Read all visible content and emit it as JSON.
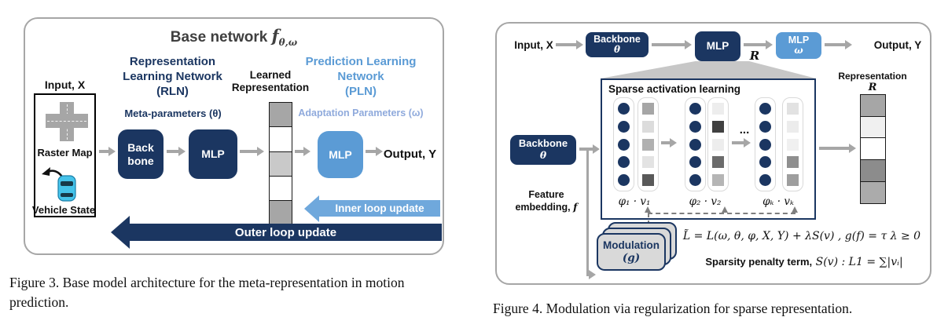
{
  "colors": {
    "navy": "#1b3661",
    "light_blue": "#5b9bd5",
    "inner_arrow_blue": "#6fa8dc",
    "arrow_gray": "#a6a6a6",
    "pln_text": "#5b9bd5",
    "adaptation_text": "#8faadc",
    "modulation_fill": "#d9d9d9",
    "trapezoid_gray": "#c7c7c7"
  },
  "fig3": {
    "panel_title": {
      "text": "Base network",
      "f": "f",
      "sub": "θ,ω"
    },
    "input": {
      "label": "Input, X",
      "raster": "Raster Map",
      "vehicle": "Vehicle State"
    },
    "rln": {
      "line1": "Representation",
      "line2": "Learning Network",
      "line3": "(RLN)",
      "params": "Meta-parameters (θ)"
    },
    "learned": {
      "line1": "Learned",
      "line2": "Representation",
      "cells": [
        "#a6a6a6",
        "#ffffff",
        "#c9c9c9",
        "#ffffff",
        "#a6a6a6"
      ]
    },
    "pln": {
      "line1": "Prediction Learning",
      "line2": "Network",
      "line3": "(PLN)",
      "params": "Adaptation Parameters (ω)"
    },
    "backbone": {
      "line1": "Back",
      "line2": "bone"
    },
    "mlp_rln": "MLP",
    "mlp_pln": "MLP",
    "output": "Output, Y",
    "inner_loop": "Inner loop update",
    "outer_loop": "Outer loop update",
    "caption": "Figure 3. Base model architecture for the meta-representation in motion prediction."
  },
  "fig4": {
    "input": "Input, X",
    "backbone_top": {
      "label": "Backbone",
      "param": "θ"
    },
    "mlp": "MLP",
    "r_label": "R",
    "mlp_omega": {
      "label": "MLP",
      "param": "ω"
    },
    "output": "Output, Y",
    "representation": {
      "label": "Representation",
      "r": "R",
      "cells": [
        "#a6a6a6",
        "#f0f0f0",
        "#ffffff",
        "#8c8c8c",
        "#ababab"
      ]
    },
    "sparse": {
      "title": "Sparse activation learning",
      "dots": "...",
      "pairs": [
        {
          "label": "φ₁ · v₁",
          "circles": [
            "#1b3661",
            "#1b3661",
            "#1b3661",
            "#1b3661",
            "#1b3661"
          ],
          "squares": [
            "#a6a6a6",
            "#dcdcdc",
            "#b0b0b0",
            "#e3e3e3",
            "#595959"
          ]
        },
        {
          "label": "φ₂ · v₂",
          "circles": [
            "#1b3661",
            "#1b3661",
            "#1b3661",
            "#1b3661",
            "#1b3661"
          ],
          "squares": [
            "#ededed",
            "#404040",
            "#ededed",
            "#6b6b6b",
            "#b5b5b5"
          ]
        },
        {
          "label": "φₖ · vₖ",
          "circles": [
            "#1b3661",
            "#1b3661",
            "#1b3661",
            "#1b3661",
            "#1b3661"
          ],
          "squares": [
            "#e2e2e2",
            "#ececec",
            "#f0f0f0",
            "#8f8f8f",
            "#9e9e9e"
          ]
        }
      ]
    },
    "backbone_mid": {
      "label": "Backbone",
      "param": "θ"
    },
    "feature": {
      "line1": "Feature",
      "line2": "embedding,",
      "f": "f"
    },
    "modulation": {
      "line1": "Modulation",
      "line2": "(g)"
    },
    "equation": "L̃ = L(ω, θ, φ, X, Y) + λS(v) , g(f) = τ   λ ≥ 0",
    "sparsity": {
      "prefix": "Sparsity penalty term,",
      "math": "S(v) :  L1 = ∑|vᵢ|"
    },
    "caption": "Figure 4. Modulation via regularization for sparse representation."
  }
}
